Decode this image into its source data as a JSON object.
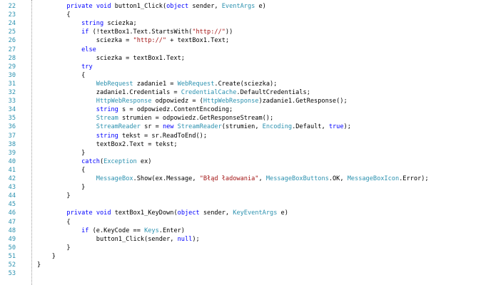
{
  "editor": {
    "colors": {
      "keyword": "#0000ff",
      "type": "#2b91af",
      "string": "#a31515",
      "line_number": "#2b91af",
      "text": "#000000"
    },
    "lines": [
      {
        "num": "22",
        "tokens": [
          [
            "        ",
            "pl"
          ],
          [
            "private",
            "kw"
          ],
          [
            " ",
            "pl"
          ],
          [
            "void",
            "kw"
          ],
          [
            " button1_Click(",
            "pl"
          ],
          [
            "object",
            "kw"
          ],
          [
            " sender, ",
            "pl"
          ],
          [
            "EventArgs",
            "ty"
          ],
          [
            " e)",
            "pl"
          ]
        ]
      },
      {
        "num": "23",
        "tokens": [
          [
            "        {",
            "pl"
          ]
        ]
      },
      {
        "num": "24",
        "tokens": [
          [
            "            ",
            "pl"
          ],
          [
            "string",
            "kw"
          ],
          [
            " sciezka;",
            "pl"
          ]
        ]
      },
      {
        "num": "25",
        "tokens": [
          [
            "            ",
            "pl"
          ],
          [
            "if",
            "kw"
          ],
          [
            " (!textBox1.Text.StartsWith(",
            "pl"
          ],
          [
            "\"http://\"",
            "str"
          ],
          [
            "))",
            "pl"
          ]
        ]
      },
      {
        "num": "26",
        "tokens": [
          [
            "                sciezka = ",
            "pl"
          ],
          [
            "\"http://\"",
            "str"
          ],
          [
            " + textBox1.Text;",
            "pl"
          ]
        ]
      },
      {
        "num": "27",
        "tokens": [
          [
            "            ",
            "pl"
          ],
          [
            "else",
            "kw"
          ]
        ]
      },
      {
        "num": "28",
        "tokens": [
          [
            "                sciezka = textBox1.Text;",
            "pl"
          ]
        ]
      },
      {
        "num": "29",
        "tokens": [
          [
            "            ",
            "pl"
          ],
          [
            "try",
            "kw"
          ]
        ]
      },
      {
        "num": "30",
        "tokens": [
          [
            "            {",
            "pl"
          ]
        ]
      },
      {
        "num": "31",
        "tokens": [
          [
            "                ",
            "pl"
          ],
          [
            "WebRequest",
            "ty"
          ],
          [
            " zadanie1 = ",
            "pl"
          ],
          [
            "WebRequest",
            "ty"
          ],
          [
            ".Create(sciezka);",
            "pl"
          ]
        ]
      },
      {
        "num": "32",
        "tokens": [
          [
            "                zadanie1.Credentials = ",
            "pl"
          ],
          [
            "CredentialCache",
            "ty"
          ],
          [
            ".DefaultCredentials;",
            "pl"
          ]
        ]
      },
      {
        "num": "33",
        "tokens": [
          [
            "                ",
            "pl"
          ],
          [
            "HttpWebResponse",
            "ty"
          ],
          [
            " odpowiedz = (",
            "pl"
          ],
          [
            "HttpWebResponse",
            "ty"
          ],
          [
            ")zadanie1.GetResponse();",
            "pl"
          ]
        ]
      },
      {
        "num": "34",
        "tokens": [
          [
            "                ",
            "pl"
          ],
          [
            "string",
            "kw"
          ],
          [
            " s = odpowiedz.ContentEncoding;",
            "pl"
          ]
        ]
      },
      {
        "num": "35",
        "tokens": [
          [
            "                ",
            "pl"
          ],
          [
            "Stream",
            "ty"
          ],
          [
            " strumien = odpowiedz.GetResponseStream();",
            "pl"
          ]
        ]
      },
      {
        "num": "36",
        "tokens": [
          [
            "                ",
            "pl"
          ],
          [
            "StreamReader",
            "ty"
          ],
          [
            " sr = ",
            "pl"
          ],
          [
            "new",
            "kw"
          ],
          [
            " ",
            "pl"
          ],
          [
            "StreamReader",
            "ty"
          ],
          [
            "(strumien, ",
            "pl"
          ],
          [
            "Encoding",
            "ty"
          ],
          [
            ".Default, ",
            "pl"
          ],
          [
            "true",
            "kw"
          ],
          [
            ");",
            "pl"
          ]
        ]
      },
      {
        "num": "37",
        "tokens": [
          [
            "                ",
            "pl"
          ],
          [
            "string",
            "kw"
          ],
          [
            " tekst = sr.ReadToEnd();",
            "pl"
          ]
        ]
      },
      {
        "num": "38",
        "tokens": [
          [
            "                textBox2.Text = tekst;",
            "pl"
          ]
        ]
      },
      {
        "num": "39",
        "tokens": [
          [
            "            }",
            "pl"
          ]
        ]
      },
      {
        "num": "40",
        "tokens": [
          [
            "            ",
            "pl"
          ],
          [
            "catch",
            "kw"
          ],
          [
            "(",
            "pl"
          ],
          [
            "Exception",
            "ty"
          ],
          [
            " ex)",
            "pl"
          ]
        ]
      },
      {
        "num": "41",
        "tokens": [
          [
            "            {",
            "pl"
          ]
        ]
      },
      {
        "num": "42",
        "tokens": [
          [
            "                ",
            "pl"
          ],
          [
            "MessageBox",
            "ty"
          ],
          [
            ".Show(ex.Message, ",
            "pl"
          ],
          [
            "\"Błąd ładowania\"",
            "str"
          ],
          [
            ", ",
            "pl"
          ],
          [
            "MessageBoxButtons",
            "ty"
          ],
          [
            ".OK, ",
            "pl"
          ],
          [
            "MessageBoxIcon",
            "ty"
          ],
          [
            ".Error);",
            "pl"
          ]
        ]
      },
      {
        "num": "43",
        "tokens": [
          [
            "            }",
            "pl"
          ]
        ]
      },
      {
        "num": "44",
        "tokens": [
          [
            "        }",
            "pl"
          ]
        ]
      },
      {
        "num": "45",
        "tokens": []
      },
      {
        "num": "46",
        "tokens": [
          [
            "        ",
            "pl"
          ],
          [
            "private",
            "kw"
          ],
          [
            " ",
            "pl"
          ],
          [
            "void",
            "kw"
          ],
          [
            " textBox1_KeyDown(",
            "pl"
          ],
          [
            "object",
            "kw"
          ],
          [
            " sender, ",
            "pl"
          ],
          [
            "KeyEventArgs",
            "ty"
          ],
          [
            " e)",
            "pl"
          ]
        ]
      },
      {
        "num": "47",
        "tokens": [
          [
            "        {",
            "pl"
          ]
        ]
      },
      {
        "num": "48",
        "tokens": [
          [
            "            ",
            "pl"
          ],
          [
            "if",
            "kw"
          ],
          [
            " (e.KeyCode == ",
            "pl"
          ],
          [
            "Keys",
            "ty"
          ],
          [
            ".Enter)",
            "pl"
          ]
        ]
      },
      {
        "num": "49",
        "tokens": [
          [
            "                button1_Click(sender, ",
            "pl"
          ],
          [
            "null",
            "kw"
          ],
          [
            ");",
            "pl"
          ]
        ]
      },
      {
        "num": "50",
        "tokens": [
          [
            "        }",
            "pl"
          ]
        ]
      },
      {
        "num": "51",
        "tokens": [
          [
            "    }",
            "pl"
          ]
        ]
      },
      {
        "num": "52",
        "tokens": [
          [
            "}",
            "pl"
          ]
        ]
      },
      {
        "num": "53",
        "tokens": []
      }
    ]
  }
}
